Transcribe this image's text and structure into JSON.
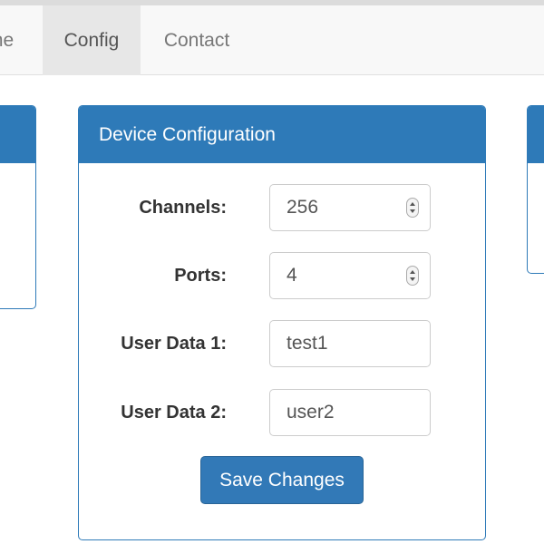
{
  "nav": {
    "items": [
      {
        "label": "me"
      },
      {
        "label": "Config"
      },
      {
        "label": "Contact"
      }
    ],
    "active": "Config"
  },
  "panel": {
    "title": "Device Configuration",
    "fields": {
      "channels": {
        "label": "Channels:",
        "value": "256"
      },
      "ports": {
        "label": "Ports:",
        "value": "4"
      },
      "user_data_1": {
        "label": "User Data 1:",
        "value": "test1"
      },
      "user_data_2": {
        "label": "User Data 2:",
        "value": "user2"
      }
    },
    "save_label": "Save Changes"
  },
  "colors": {
    "primary": "#2e7ab8",
    "navbar_bg": "#f8f8f8",
    "nav_active_bg": "#e7e7e7"
  }
}
